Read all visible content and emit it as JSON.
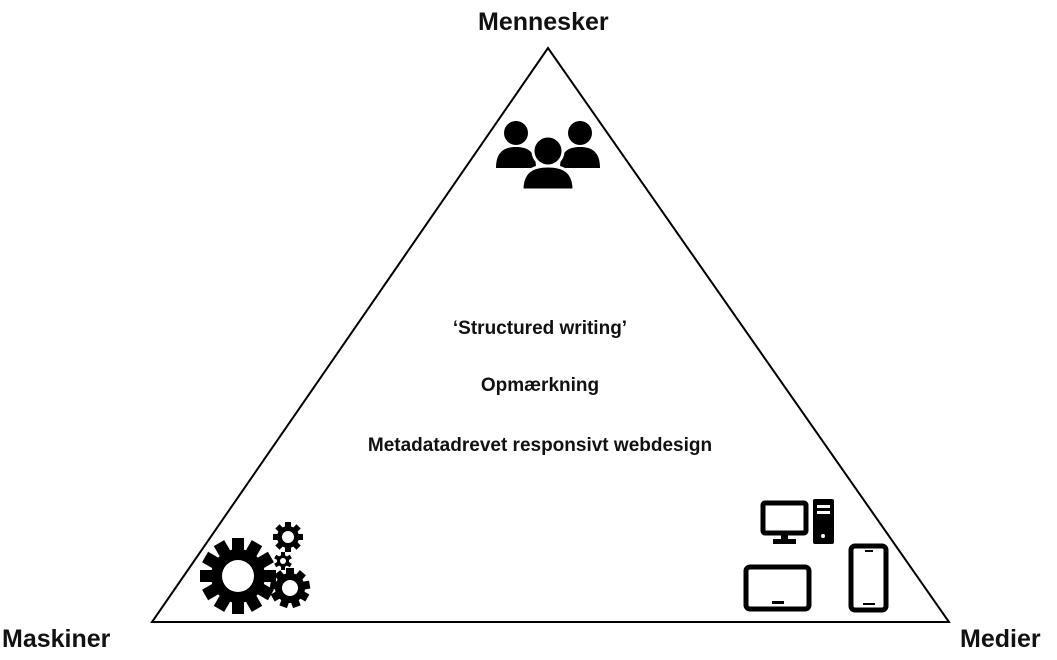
{
  "diagram": {
    "vertices": {
      "top": "Mennesker",
      "bottom_left": "Maskiner",
      "bottom_right": "Medier"
    },
    "center_items": [
      "‘Structured writing’",
      "Opmærkning",
      "Metadatadrevet responsivt webdesign"
    ],
    "icons": {
      "top": "people-group-icon",
      "bottom_left": "gears-icon",
      "bottom_right": "devices-icon"
    }
  }
}
